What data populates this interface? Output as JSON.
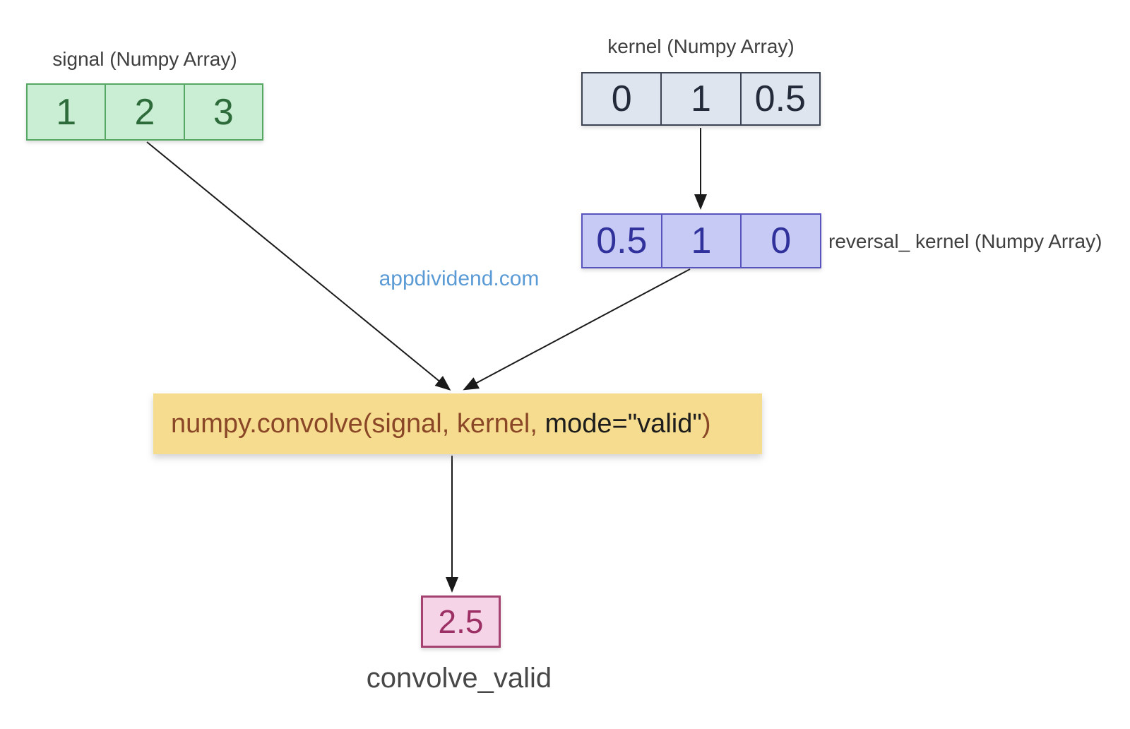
{
  "signal": {
    "title": "signal (Numpy Array)",
    "values": [
      "1",
      "2",
      "3"
    ]
  },
  "kernel": {
    "title": "kernel (Numpy Array)",
    "values": [
      "0",
      "1",
      "0.5"
    ]
  },
  "reversal_kernel": {
    "label": "reversal_ kernel (Numpy Array)",
    "values": [
      "0.5",
      "1",
      "0"
    ]
  },
  "watermark": {
    "text": "appdividend.com"
  },
  "expression": {
    "code_brown_1": "numpy.convolve(signal, kernel,",
    "code_black": " mode=\"valid\"",
    "code_brown_2": ")"
  },
  "result": {
    "value": "2.5",
    "label": "convolve_valid"
  },
  "colors": {
    "signal_fill": "#c9eed3",
    "signal_border": "#55a763",
    "signal_text": "#2e6b3b",
    "kernel_fill": "#dfe5ee",
    "kernel_border": "#3c4454",
    "kernel_text": "#232b3a",
    "reversal_fill": "#c7caf5",
    "reversal_border": "#5954bd",
    "reversal_text": "#31319c",
    "expression_fill": "#f6dc8e",
    "expression_code_brown": "#8a4727",
    "expression_code_black": "#1c1c1c",
    "result_fill": "#f5d4e7",
    "result_border": "#a64270",
    "result_text": "#9c2f63",
    "label_gray": "#3f3f3f",
    "watermark_blue": "#5b9bd5",
    "arrow_black": "#1a1a1a"
  }
}
